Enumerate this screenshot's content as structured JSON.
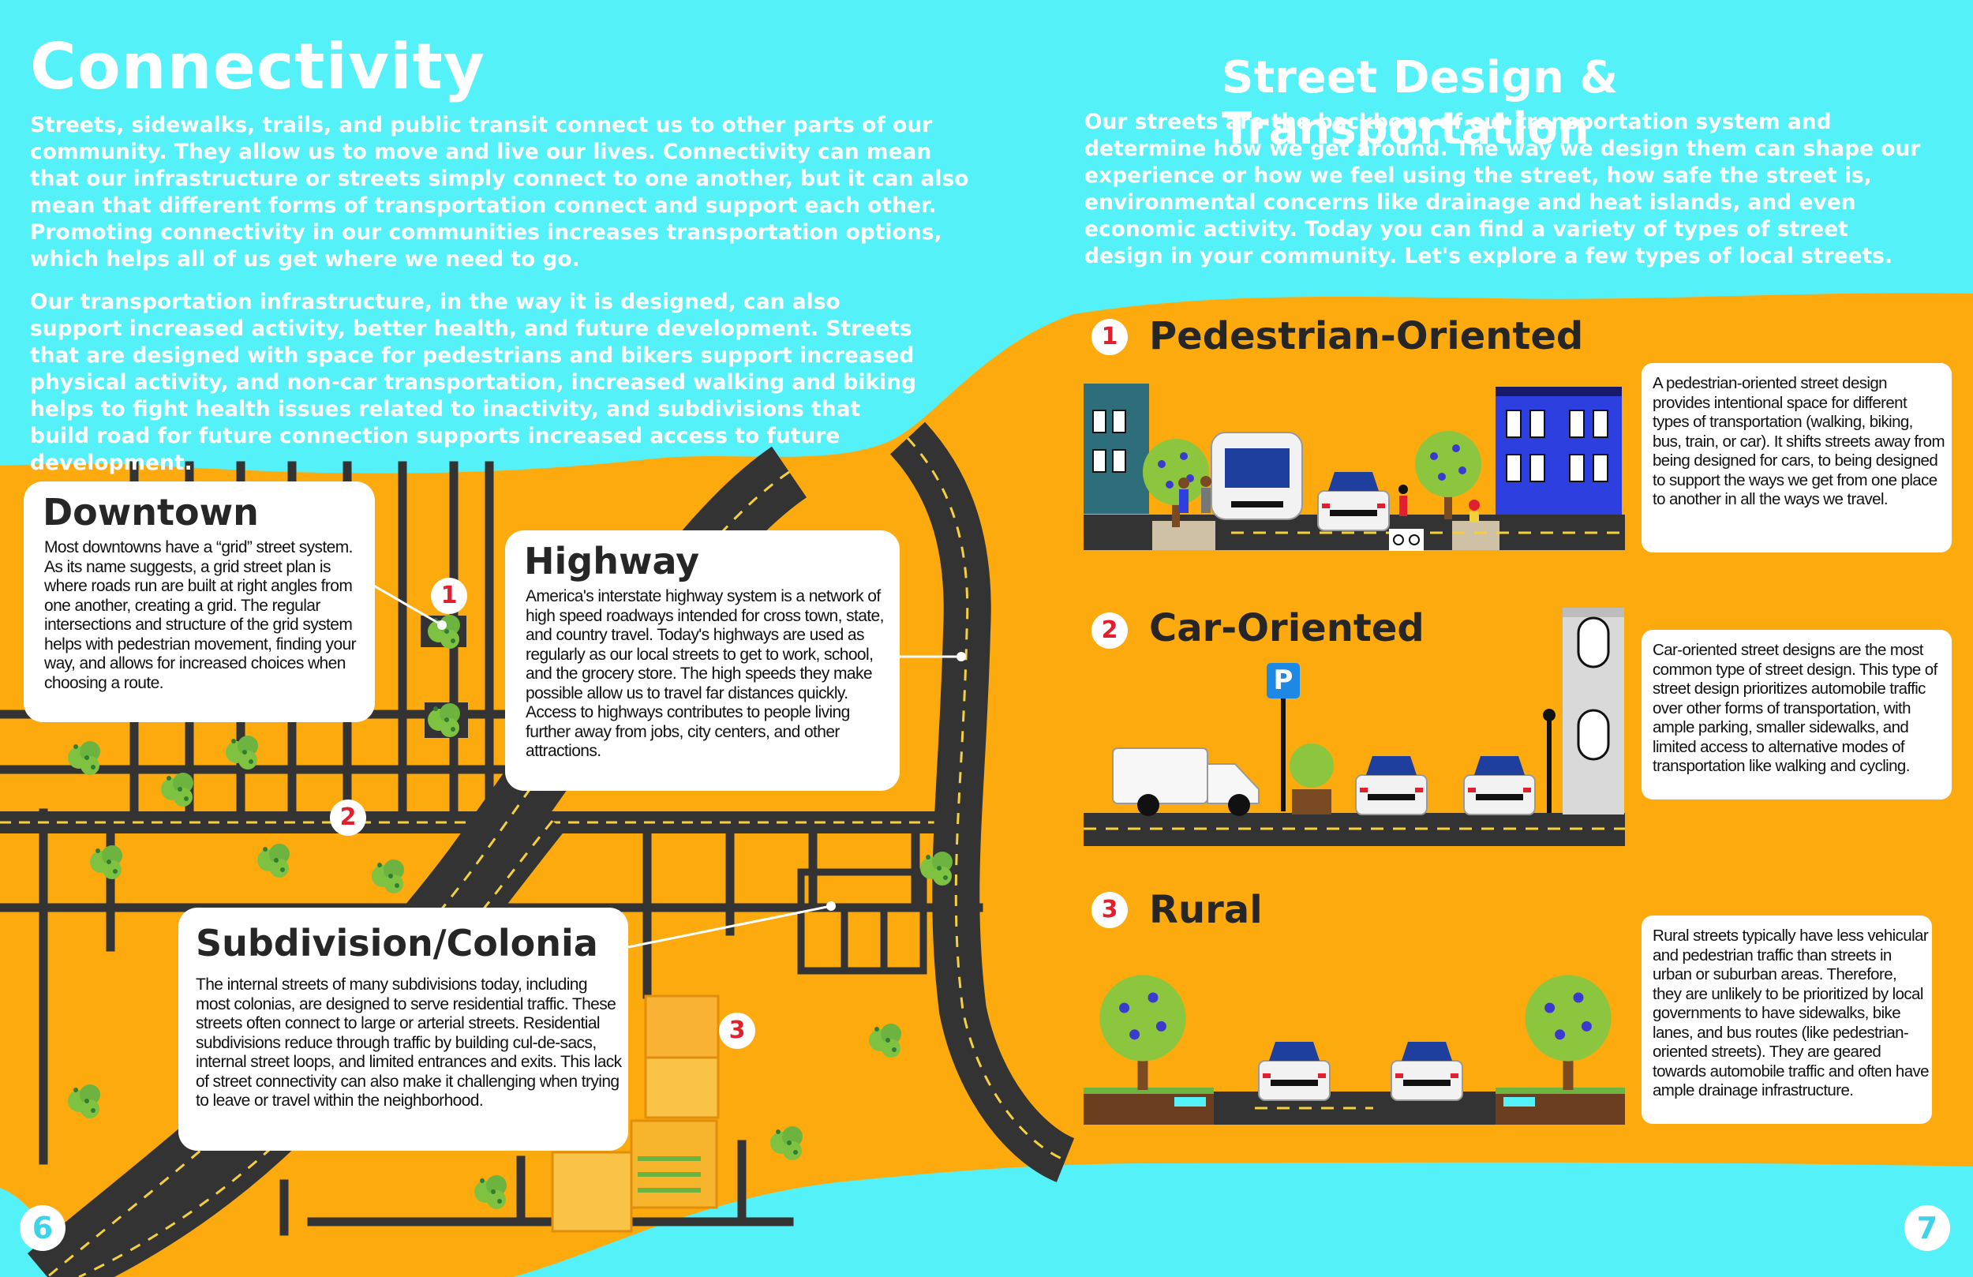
{
  "colors": {
    "cyan": "#55F1F9",
    "orange": "#FDAA0E",
    "road": "#3A3A3A",
    "red": "#E0202E"
  },
  "left_page": {
    "title": "Connectivity",
    "paragraph_1": "Streets, sidewalks, trails, and public transit connect us to other parts of our community. They allow us to move and live our lives. Connectivity can mean that our infrastructure or streets simply connect to one another, but it can also mean that different forms of transportation connect and support each other. Promoting connectivity in our communities increases transportation options, which helps all of us get where we need to go.",
    "paragraph_2": "Our transportation infrastructure, in the way it is designed, can also support increased activity, better health, and future development. Streets that are designed with space for pedestrians and bikers support increased physical activity, and non-car transportation, increased walking and biking helps to fight health issues related to inactivity, and subdivisions that build road for future connection supports increased access to future development.",
    "downtown": {
      "title": "Downtown",
      "text": "Most downtowns have a “grid” street system. As its name suggests, a grid street plan is where roads run are built at right angles from one another, creating a grid. The regular intersections and structure of the grid system helps with pedestrian movement, finding your way, and allows for increased choices when choosing a route."
    },
    "highway": {
      "title": "Highway",
      "text": "America's interstate highway system is a network of high speed roadways intended for cross town, state, and country travel. Today's highways are used as regularly as our local streets to get to work, school, and the grocery store. The high speeds they make possible allow us to travel far distances quickly. Access to highways contributes to people living further away from jobs, city centers, and other attractions."
    },
    "subdivision": {
      "title": "Subdivision/Colonia",
      "text": "The internal streets of many subdivisions today, including most colonias, are designed to serve residential traffic. These streets often connect to large or arterial streets. Residential subdivisions reduce through traffic by building cul-de-sacs, internal street loops, and limited entrances and exits. This lack of street connectivity can also make it challenging when trying to leave or travel within the neighborhood."
    },
    "map_markers": [
      "1",
      "2",
      "3"
    ],
    "page_number": "6"
  },
  "right_page": {
    "title": "Street Design & Transportation",
    "intro": "Our streets are the backbone of our transportation system and determine how we get around. The way we design them can shape our experience or how we feel using the street, how safe the street is, environmental concerns like drainage and heat islands, and even economic activity. Today you can find a variety of types of street design in your community. Let's explore a few types of local streets.",
    "sections": [
      {
        "number": "1",
        "title": "Pedestrian-Oriented",
        "text": "A pedestrian-oriented street design provides intentional space for different types of transportation (walking, biking, bus, train, or car). It shifts streets away from being designed for cars, to being designed to support the ways we get from one place to another in all the ways we travel."
      },
      {
        "number": "2",
        "title": "Car-Oriented",
        "text": "Car-oriented street designs are the most common type of street design. This type of street design prioritizes automobile traffic over other forms of transportation, with ample parking, smaller sidewalks, and limited access to alternative modes of transportation like walking and cycling."
      },
      {
        "number": "3",
        "title": "Rural",
        "text": "Rural streets typically have less vehicular and pedestrian traffic than streets in urban or suburban areas. Therefore, they are unlikely to be prioritized by local governments to have sidewalks, bike lanes, and bus routes (like pedestrian-oriented streets). They are geared towards automobile traffic and often have ample drainage infrastructure."
      }
    ],
    "parking_sign": "P",
    "page_number": "7"
  }
}
